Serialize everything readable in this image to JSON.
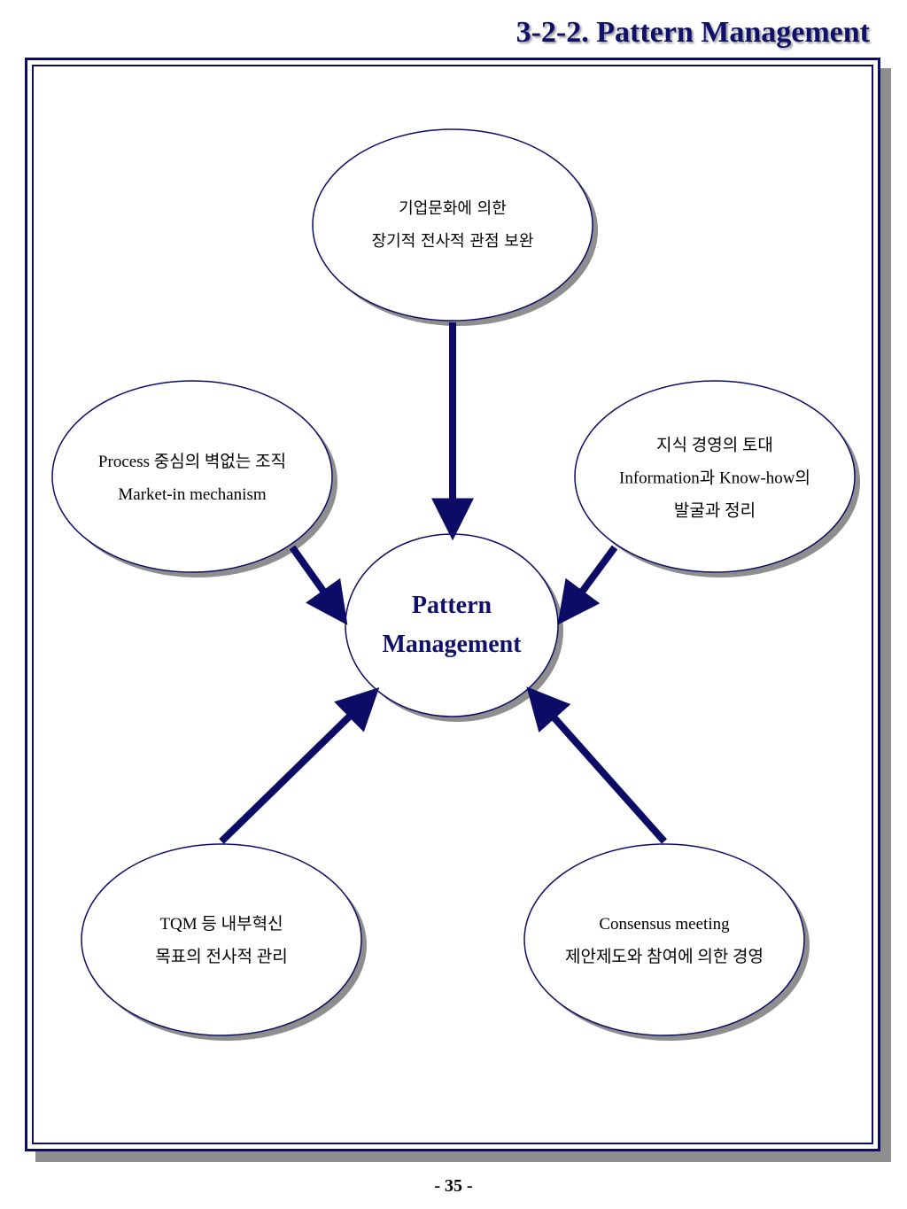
{
  "header": {
    "title": "3-2-2. Pattern Management"
  },
  "center": {
    "line1": "Pattern",
    "line2": "Management"
  },
  "nodes": {
    "top": {
      "line1": "기업문화에 의한",
      "line2": "장기적 전사적 관점 보완"
    },
    "upper_left": {
      "line1": "Process 중심의 벽없는 조직",
      "line2": "Market-in mechanism"
    },
    "upper_right": {
      "line1": "지식 경영의 토대",
      "line2": "Information과 Know-how의",
      "line3": "발굴과 정리"
    },
    "lower_left": {
      "line1": "TQM 등 내부혁신",
      "line2": "목표의 전사적 관리"
    },
    "lower_right": {
      "line1": "Consensus meeting",
      "line2": "제안제도와 참여에 의한 경영"
    }
  },
  "footer": {
    "page_number": "- 35 -"
  },
  "colors": {
    "navy": "#0c0c66",
    "shadow": "#8e8e8e",
    "title": "#10106a"
  }
}
